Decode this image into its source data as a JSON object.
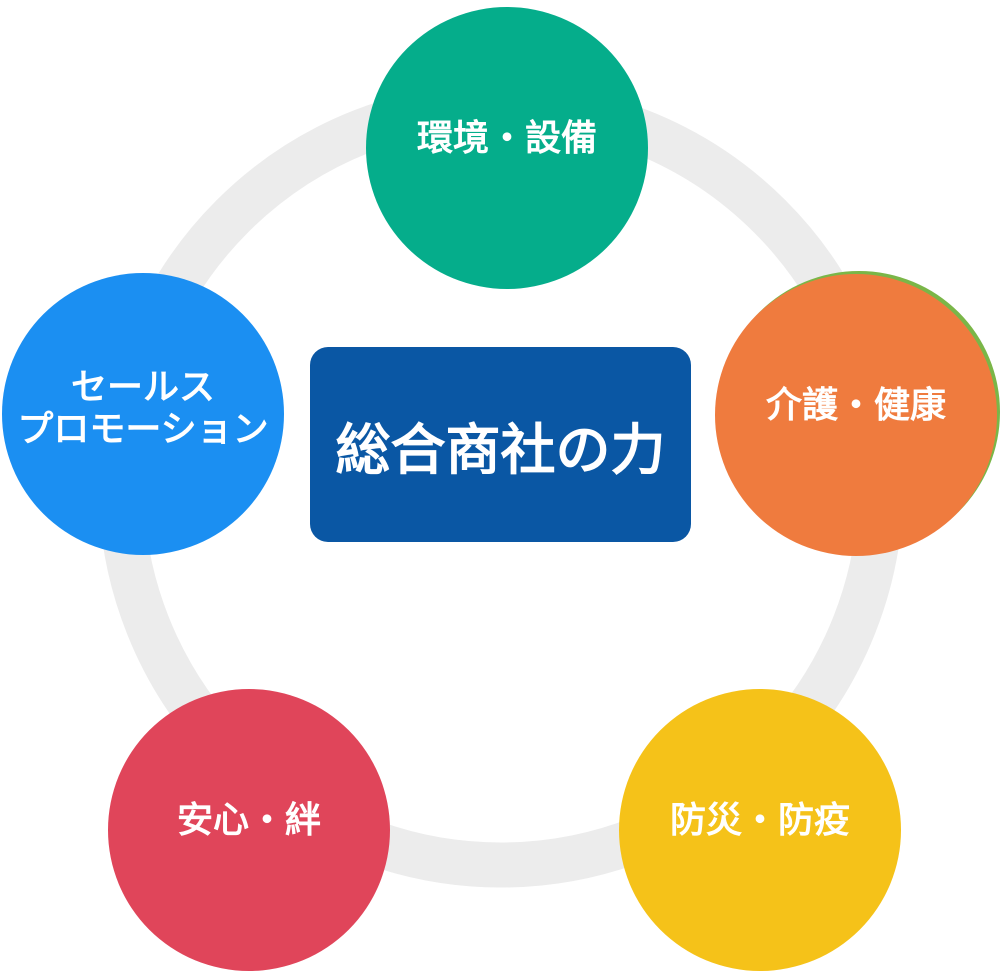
{
  "diagram": {
    "title_box": {
      "label": "総合商社の力",
      "bg_color": "#0A57A4",
      "text_color": "#FFFFFF"
    },
    "ring_color": "#ECECEC",
    "accent_rim_color": "#7AB648",
    "nodes": [
      {
        "id": "environment-facilities",
        "label": "環境・設備",
        "color": "#05AD8B",
        "position": "top"
      },
      {
        "id": "care-health",
        "label": "介護・健康",
        "color": "#EF7B3E",
        "position": "right"
      },
      {
        "id": "disaster-epidemic-prevention",
        "label": "防災・防疫",
        "color": "#F5C219",
        "position": "bottom-right"
      },
      {
        "id": "safety-bonds",
        "label": "安心・絆",
        "color": "#E0455A",
        "position": "bottom-left"
      },
      {
        "id": "sales-promotion",
        "label_line1": "セールス",
        "label_line2": "プロモーション",
        "color": "#1B8FF2",
        "position": "left"
      }
    ]
  }
}
